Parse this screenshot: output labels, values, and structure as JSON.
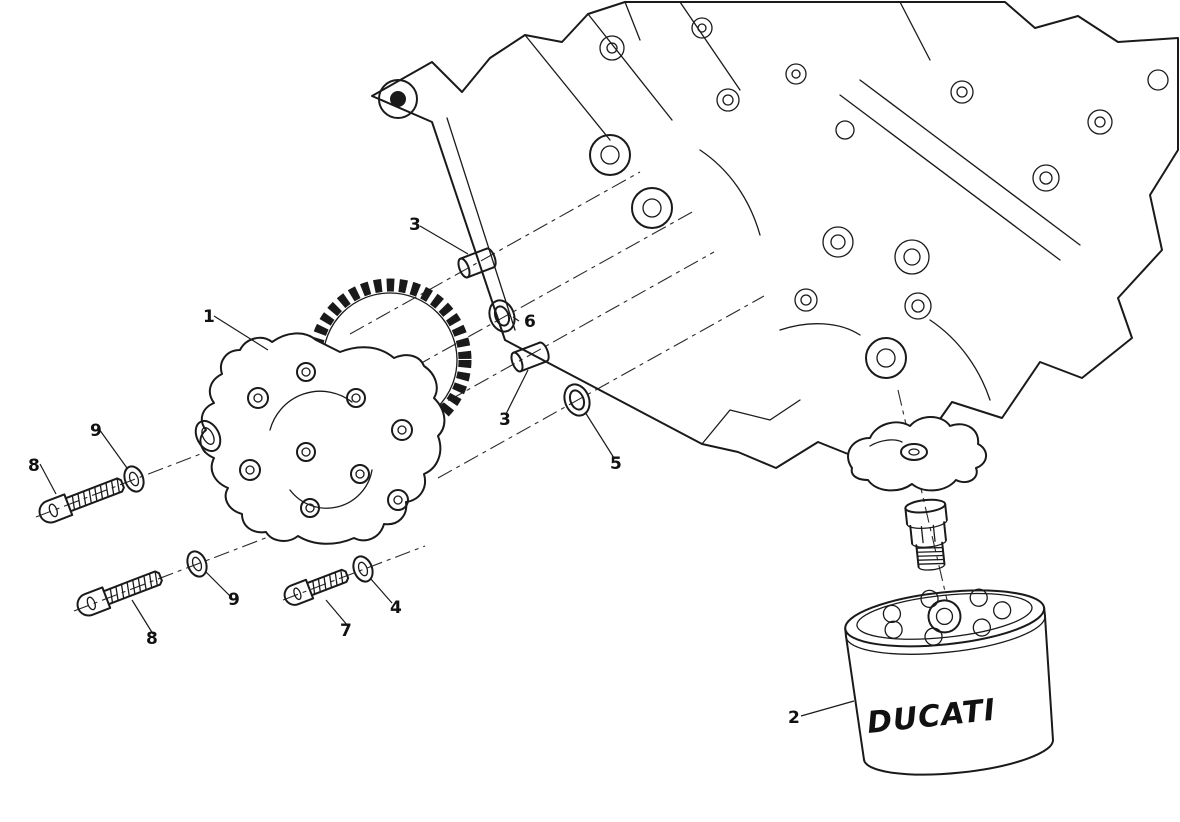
{
  "page": {
    "background": "#ffffff",
    "line_color": "#1a1a1a",
    "kind": "exploded parts diagram"
  },
  "callouts": [
    {
      "label": "1"
    },
    {
      "label": "3"
    },
    {
      "label": "6"
    },
    {
      "label": "3"
    },
    {
      "label": "5"
    },
    {
      "label": "9"
    },
    {
      "label": "8"
    },
    {
      "label": "8"
    },
    {
      "label": "9"
    },
    {
      "label": "7"
    },
    {
      "label": "4"
    },
    {
      "label": "2"
    }
  ],
  "filter": {
    "brand": "DUCATI"
  }
}
